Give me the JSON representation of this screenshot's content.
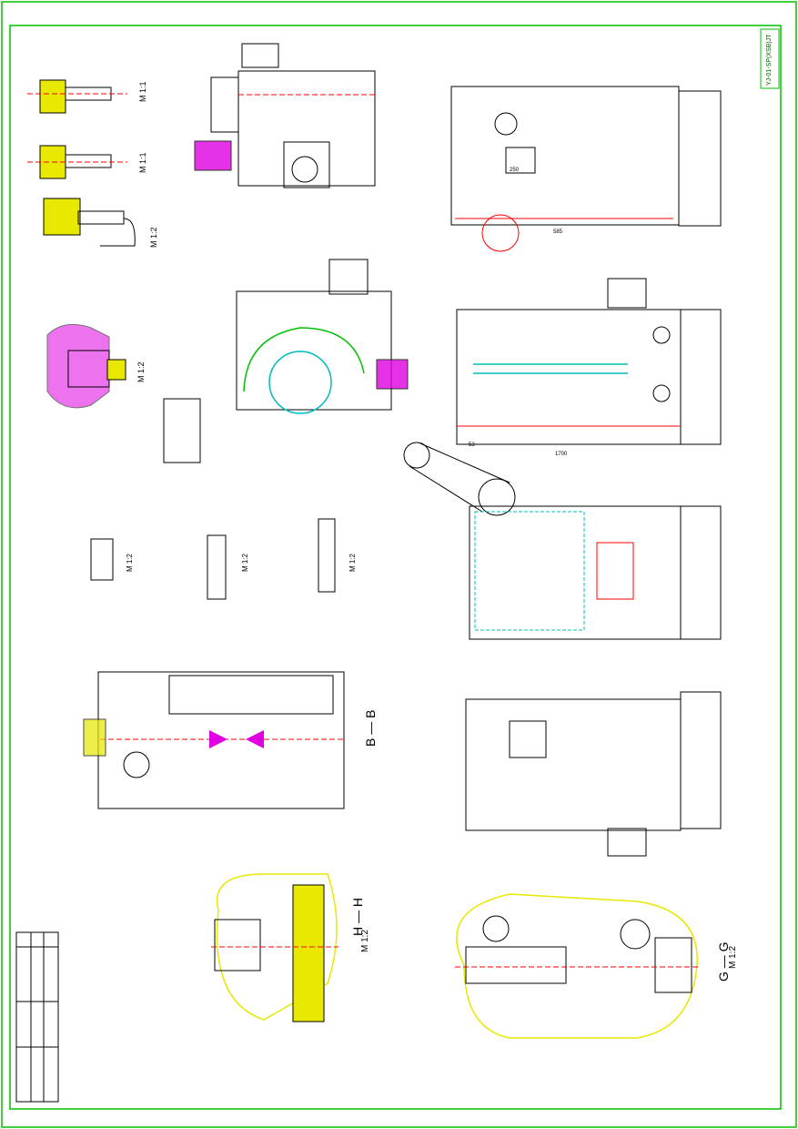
{
  "title_block_code": "YJ-01-SP(XSB)JT",
  "section_labels": {
    "b_b": "B — B",
    "g_g": "G — G",
    "g_g_scale": "M 1:2",
    "h_h": "H — H",
    "h_h_scale": "M 1:2",
    "q_q_scale": "M 1:1",
    "p_p_scale": "M 1:1",
    "k_k_scale": "M 1:2",
    "j_scale": "M 1:2",
    "w_w_scale": "M 1:2",
    "l_l_scale": "M 1:2",
    "n_n_scale": "M 1:2"
  },
  "dimensions": {
    "d_585": "585",
    "d_250": "250",
    "d_1700": "1700",
    "d_53": "53"
  },
  "colors": {
    "frame": "#00c000",
    "line": "#000000",
    "leader": "#e8e800",
    "dim": "#ff0000",
    "cyan": "#00bcbc",
    "magenta": "#e000e0"
  }
}
